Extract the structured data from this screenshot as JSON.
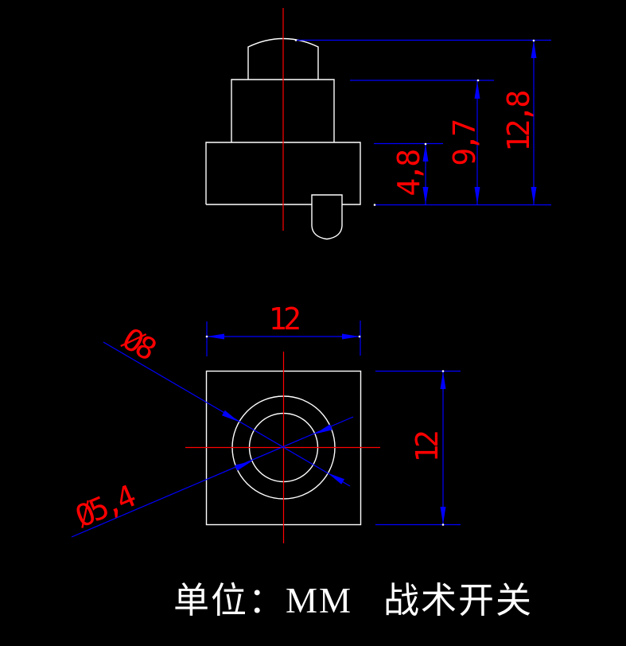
{
  "colors": {
    "background": "#000000",
    "outline": "#ffffff",
    "centerline": "#ff0000",
    "dimension_line": "#0000ff",
    "dimension_text": "#ff0000",
    "footer_text": "#ffffff"
  },
  "side_view": {
    "dim_total_height": "12,8",
    "dim_upper_height": "9,7",
    "dim_base_height": "4,8"
  },
  "top_view": {
    "dim_width": "12",
    "dim_height": "12",
    "dim_outer_diameter": "Ø8",
    "dim_inner_diameter": "Ø5,4"
  },
  "footer": {
    "unit_label": "单位：MM",
    "part_name": "战术开关"
  }
}
